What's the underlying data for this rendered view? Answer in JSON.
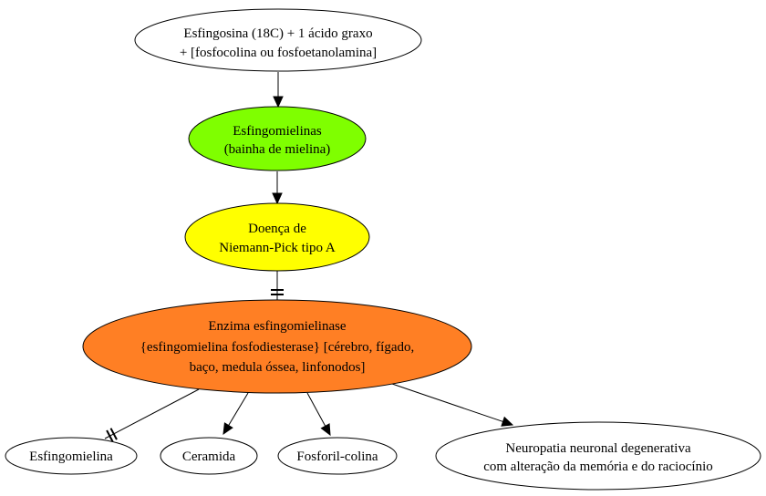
{
  "nodes": {
    "sphingosine": {
      "lines": [
        "Esfingosina (18C) + 1  ácido graxo",
        "+ [fosfocolina ou fosfoetanolamina]"
      ],
      "fill": "#ffffff"
    },
    "sphingomyelins": {
      "lines": [
        "Esfingomielinas",
        "(bainha de mielina)"
      ],
      "fill": "#7fff00"
    },
    "niemann_pick": {
      "lines": [
        "Doença de",
        "Niemann-Pick tipo A"
      ],
      "fill": "#ffff00"
    },
    "enzyme": {
      "lines": [
        "Enzima esfingomielinase",
        "{esfingomielina fosfodiesterase} [cérebro, fígado,",
        "baço, medula óssea, linfonodos]"
      ],
      "fill": "#ff7f24"
    },
    "sphingomyelin": {
      "lines": [
        "Esfingomielina"
      ],
      "fill": "#ffffff"
    },
    "ceramide": {
      "lines": [
        "Ceramida"
      ],
      "fill": "#ffffff"
    },
    "phosphorylcholine": {
      "lines": [
        "Fosforil-colina"
      ],
      "fill": "#ffffff"
    },
    "neuropathy": {
      "lines": [
        "Neuropatia neuronal degenerativa",
        "com alteração da memória e do raciocínio"
      ],
      "fill": "#ffffff"
    }
  },
  "edges": [
    {
      "from": "sphingosine",
      "to": "sphingomyelins",
      "head": "arrow"
    },
    {
      "from": "sphingomyelins",
      "to": "niemann_pick",
      "head": "arrow"
    },
    {
      "from": "niemann_pick",
      "to": "enzyme",
      "head": "tee"
    },
    {
      "from": "enzyme",
      "to": "sphingomyelin",
      "head": "tee"
    },
    {
      "from": "enzyme",
      "to": "ceramide",
      "head": "arrow"
    },
    {
      "from": "enzyme",
      "to": "phosphorylcholine",
      "head": "arrow"
    },
    {
      "from": "enzyme",
      "to": "neuropathy",
      "head": "arrow"
    }
  ]
}
